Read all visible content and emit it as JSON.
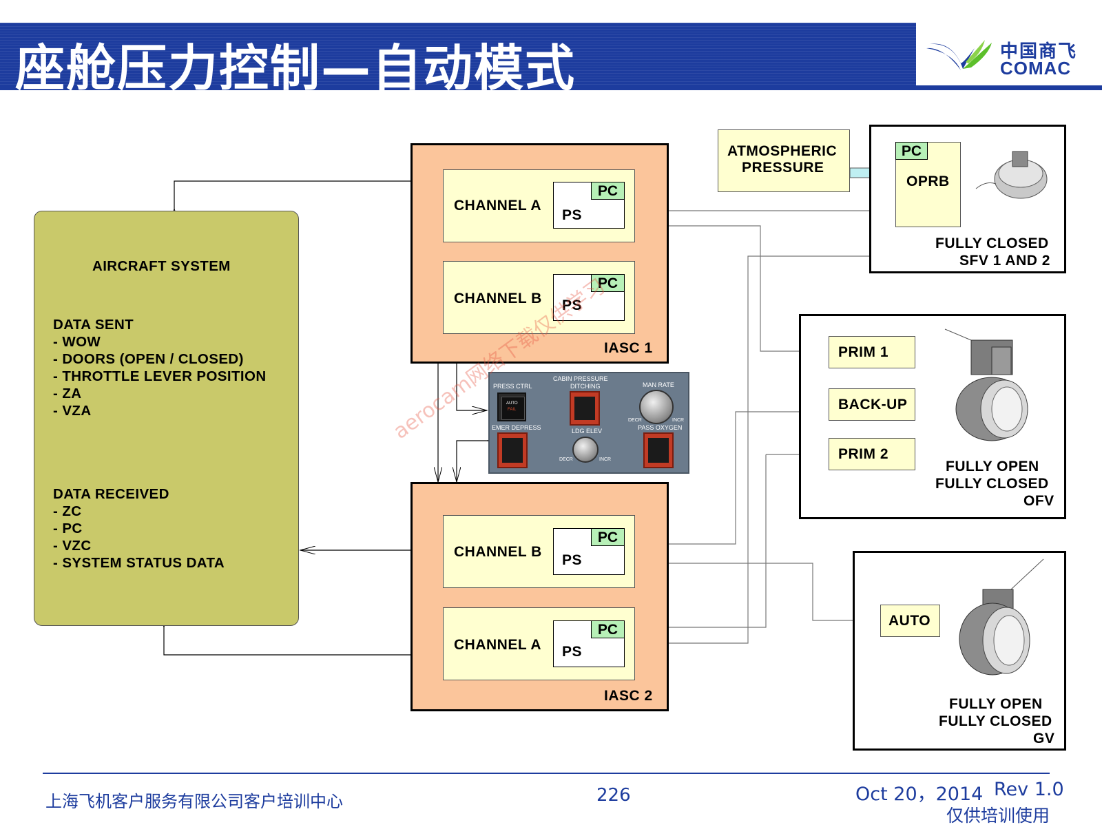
{
  "header": {
    "title": "座舱压力控制—自动模式",
    "logo_cn": "中国商飞",
    "logo_en": "COMAC"
  },
  "aircraft_system": {
    "title": "AIRCRAFT SYSTEM",
    "sent_title": "DATA SENT",
    "sent_items": [
      "-  WOW",
      "- DOORS (OPEN / CLOSED)",
      "- THROTTLE LEVER POSITION",
      "- ZA",
      "- VZA"
    ],
    "received_title": "DATA RECEIVED",
    "received_items": [
      "- ZC",
      "- PC",
      "- VZC",
      "- SYSTEM STATUS DATA"
    ]
  },
  "iasc1": {
    "label": "IASC 1",
    "channels": [
      {
        "label": "CHANNEL A",
        "pc": "PC",
        "ps": "PS"
      },
      {
        "label": "CHANNEL B",
        "pc": "PC",
        "ps": "PS"
      }
    ]
  },
  "iasc2": {
    "label": "IASC 2",
    "channels": [
      {
        "label": "CHANNEL B",
        "pc": "PC",
        "ps": "PS"
      },
      {
        "label": "CHANNEL A",
        "pc": "PC",
        "ps": "PS"
      }
    ]
  },
  "atmospheric": {
    "line1": "ATMOSPHERIC",
    "line2": "PRESSURE"
  },
  "sfv": {
    "pc": "PC",
    "oprb": "OPRB",
    "line1": "FULLY CLOSED",
    "line2": "SFV 1 AND 2"
  },
  "ofv": {
    "prim1": "PRIM 1",
    "backup": "BACK-UP",
    "prim2": "PRIM 2",
    "line1": "FULLY OPEN",
    "line2": "FULLY CLOSED",
    "line3": "OFV"
  },
  "gv": {
    "auto": "AUTO",
    "line1": "FULLY OPEN",
    "line2": "FULLY CLOSED",
    "line3": "GV"
  },
  "panel": {
    "press_ctrl": "PRESS CTRL",
    "cabin_pressure": "CABIN PRESSURE",
    "ditching": "DITCHING",
    "man_rate": "MAN RATE",
    "auto": "AUTO",
    "fail": "FAIL",
    "decr": "DECR",
    "incr": "INCR",
    "emer_depress": "EMER DEPRESS",
    "ldg_elev": "LDG ELEV",
    "pass_oxygen": "PASS OXYGEN"
  },
  "watermark": "aerocam网络下载仅供学习",
  "footer": {
    "company": "上海飞机客户服务有限公司客户培训中心",
    "page": "226",
    "date": "Oct 20，2014",
    "rev": "Rev 1.0",
    "note": "仅供培训使用"
  },
  "colors": {
    "brand_blue": "#1d3c9e",
    "aircraft_system_fill": "#c9c96a",
    "iasc_fill": "#fbc59b",
    "channel_fill": "#ffffd0",
    "pc_tag_fill": "#b7f0b7"
  }
}
